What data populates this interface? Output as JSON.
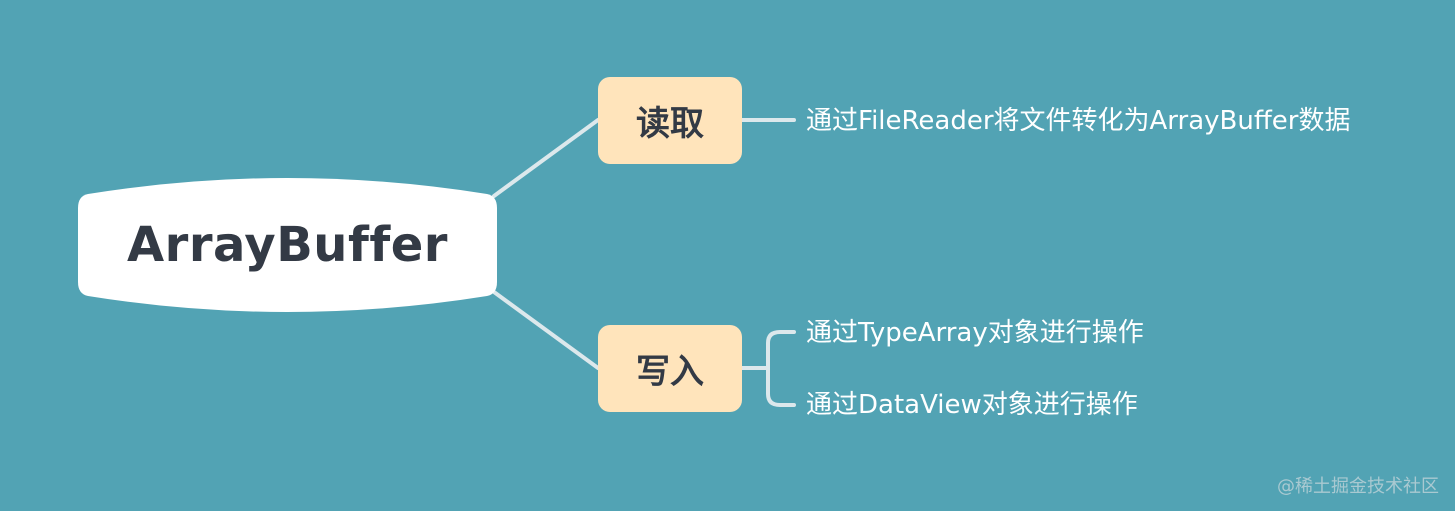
{
  "mindmap": {
    "root": {
      "label": "ArrayBuffer"
    },
    "branches": [
      {
        "label": "读取",
        "leaves": [
          "通过FileReader将文件转化为ArrayBuffer数据"
        ]
      },
      {
        "label": "写入",
        "leaves": [
          "通过TypeArray对象进行操作",
          "通过DataView对象进行操作"
        ]
      }
    ]
  },
  "watermark": "@稀土掘金技术社区",
  "colors": {
    "background": "#52a3b4",
    "root_fill": "#ffffff",
    "branch_fill": "#ffe4bb",
    "node_text": "#333a45",
    "leaf_text": "#ffffff",
    "connector": "#dce8ec"
  }
}
